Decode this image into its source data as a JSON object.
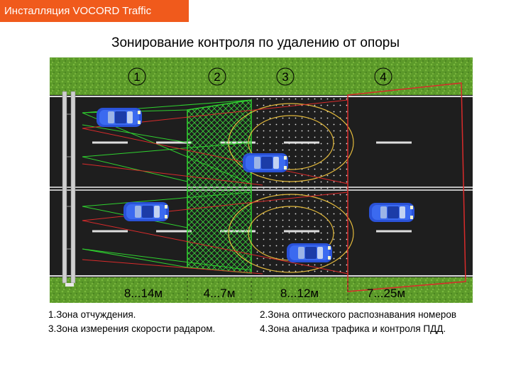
{
  "header": {
    "title": "Инсталляция VOCORD Traffic"
  },
  "page": {
    "title": "Зонирование контроля по удалению от опоры"
  },
  "zones": [
    {
      "number": "1",
      "distance": "8...14м"
    },
    {
      "number": "2",
      "distance": "4...7м"
    },
    {
      "number": "3",
      "distance": "8...12м"
    },
    {
      "number": "4",
      "distance": "7...25м"
    }
  ],
  "legend": {
    "left": [
      "1.Зона отчуждения.",
      "3.Зона измерения скорости радаром."
    ],
    "right": [
      "2.Зона оптического распознавания номеров",
      "4.Зона анализа трафика и контроля ПДД."
    ]
  },
  "colors": {
    "header": "#f05a1c",
    "grass": "#5c9a2a",
    "road": "#1e1e1e",
    "zone_outline_green": "#2fd22f",
    "zone_outline_red": "#d92b2b",
    "zone_outline_yellow": "#e1b83c",
    "car": "#2a52d8"
  }
}
